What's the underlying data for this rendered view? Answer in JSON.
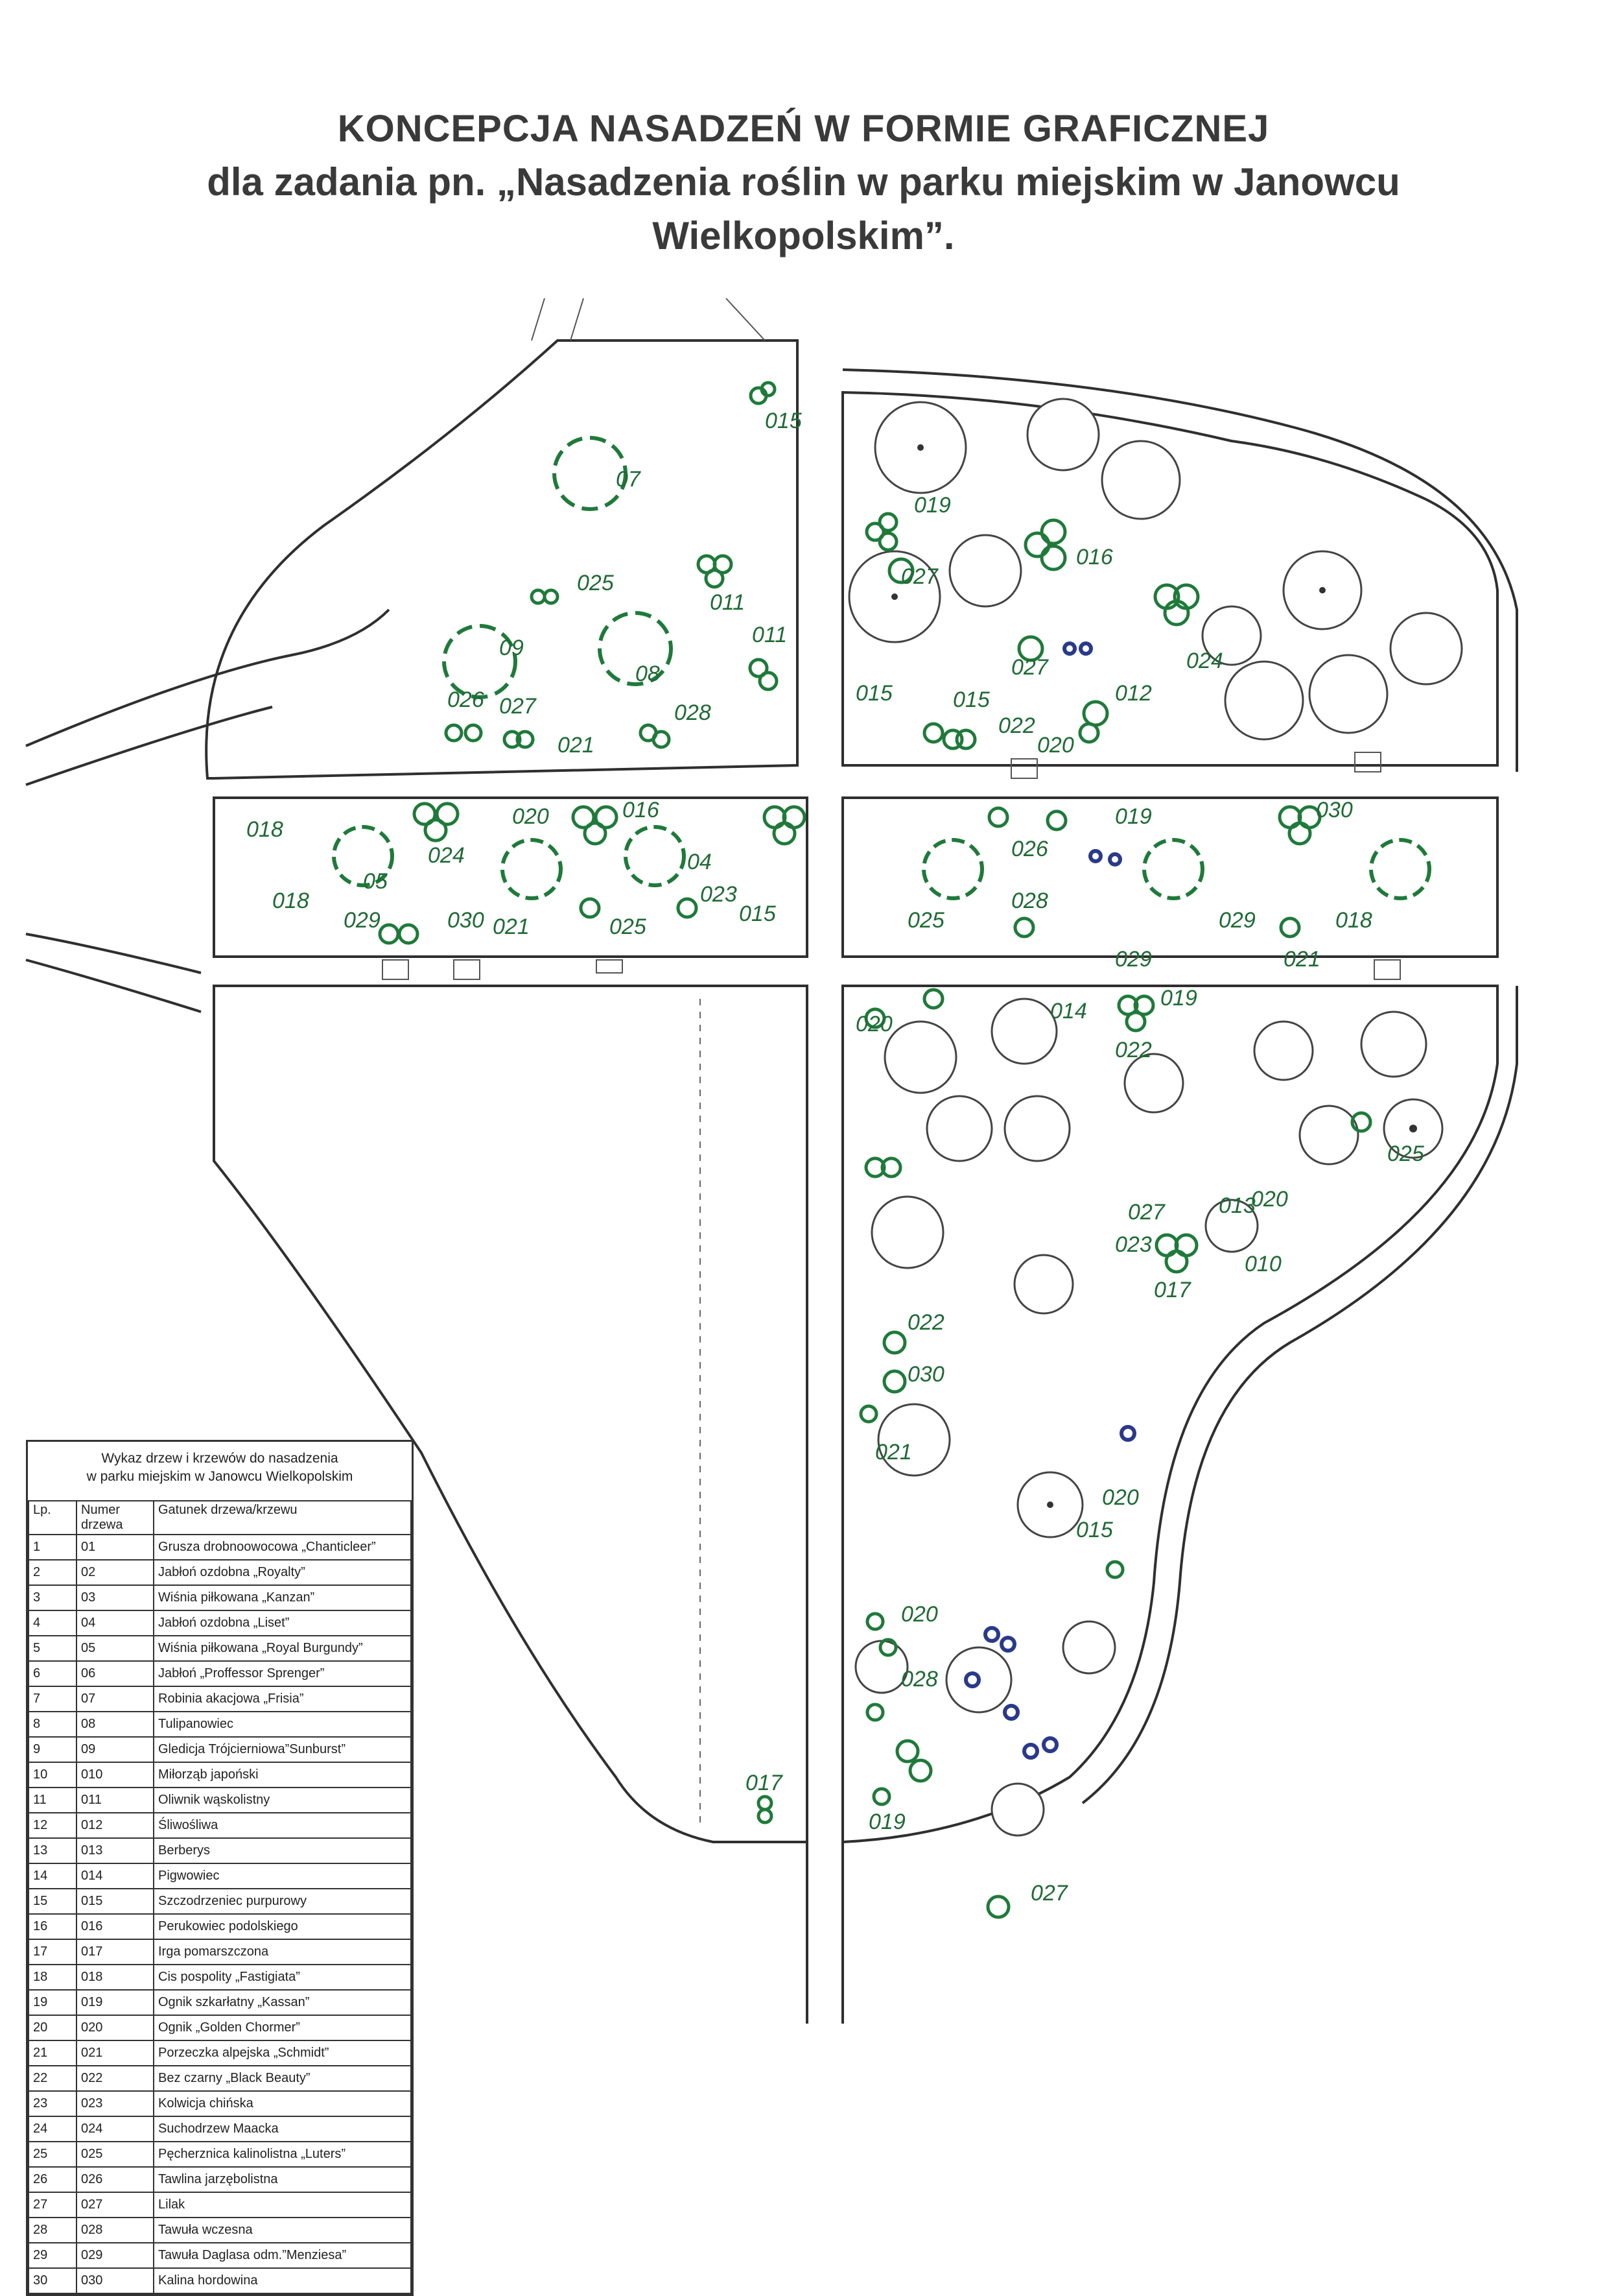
{
  "header": {
    "title_line1": "KONCEPCJA NASADZEŃ W FORMIE GRAFICZNEJ",
    "title_line2": "dla zadania pn. „Nasadzenia roślin w parku miejskim w Janowcu",
    "title_line3": "Wielkopolskim”."
  },
  "colors": {
    "new_planting": "#1f7a3a",
    "special_planting": "#2a3a8a",
    "existing_tree": "#444444",
    "road": "#2f2f2f"
  },
  "map": {
    "labels": [
      "015",
      "07",
      "025",
      "011",
      "011",
      "09",
      "08",
      "026",
      "027",
      "021",
      "028",
      "019",
      "027",
      "016",
      "024",
      "027",
      "015",
      "015",
      "022",
      "012",
      "020",
      "018",
      "05",
      "024",
      "020",
      "016",
      "04",
      "018",
      "029",
      "030",
      "021",
      "025",
      "023",
      "015",
      "026",
      "019",
      "028",
      "030",
      "029",
      "018",
      "021",
      "025",
      "020",
      "014",
      "029",
      "019",
      "022",
      "025",
      "027",
      "013",
      "020",
      "023",
      "010",
      "017",
      "022",
      "030",
      "021",
      "020",
      "015",
      "020",
      "028",
      "017",
      "019",
      "027"
    ]
  },
  "legend": {
    "title_line1": "Wykaz drzew i krzewów do nasadzenia",
    "title_line2": "w parku miejskim w Janowcu Wielkopolskim",
    "headers": {
      "lp": "Lp.",
      "numer": "Numer drzewa",
      "gatunek": "Gatunek drzewa/krzewu"
    },
    "rows": [
      {
        "lp": "1",
        "num": "01",
        "name": "Grusza drobnoowocowa „Chanticleer”"
      },
      {
        "lp": "2",
        "num": "02",
        "name": "Jabłoń ozdobna  „Royalty”"
      },
      {
        "lp": "3",
        "num": "03",
        "name": "Wiśnia piłkowana „Kanzan”"
      },
      {
        "lp": "4",
        "num": "04",
        "name": "Jabłoń ozdobna „Liset”"
      },
      {
        "lp": "5",
        "num": "05",
        "name": "Wiśnia piłkowana „Royal Burgundy”"
      },
      {
        "lp": "6",
        "num": "06",
        "name": "Jabłoń „Proffessor Sprenger”"
      },
      {
        "lp": "7",
        "num": "07",
        "name": "Robinia akacjowa „Frisia”"
      },
      {
        "lp": "8",
        "num": "08",
        "name": "Tulipanowiec"
      },
      {
        "lp": "9",
        "num": "09",
        "name": "Gledicja Trójcierniowa”Sunburst”"
      },
      {
        "lp": "10",
        "num": "010",
        "name": "Miłorząb japoński"
      },
      {
        "lp": "11",
        "num": "011",
        "name": "Oliwnik wąskolistny"
      },
      {
        "lp": "12",
        "num": "012",
        "name": "Śliwośliwa"
      },
      {
        "lp": "13",
        "num": "013",
        "name": "Berberys"
      },
      {
        "lp": "14",
        "num": "014",
        "name": "Pigwowiec"
      },
      {
        "lp": "15",
        "num": "015",
        "name": "Szczodrzeniec purpurowy"
      },
      {
        "lp": "16",
        "num": "016",
        "name": "Perukowiec podolskiego"
      },
      {
        "lp": "17",
        "num": "017",
        "name": "Irga pomarszczona"
      },
      {
        "lp": "18",
        "num": "018",
        "name": "Cis pospolity „Fastigiata”"
      },
      {
        "lp": "19",
        "num": "019",
        "name": "Ognik szkarłatny „Kassan”"
      },
      {
        "lp": "20",
        "num": "020",
        "name": "Ognik „Golden Chormer”"
      },
      {
        "lp": "21",
        "num": "021",
        "name": "Porzeczka alpejska „Schmidt”"
      },
      {
        "lp": "22",
        "num": "022",
        "name": "Bez czarny „Black Beauty”"
      },
      {
        "lp": "23",
        "num": "023",
        "name": "Kolwicja chińska"
      },
      {
        "lp": "24",
        "num": "024",
        "name": "Suchodrzew Maacka"
      },
      {
        "lp": "25",
        "num": "025",
        "name": "Pęcherznica kalinolistna „Luters”"
      },
      {
        "lp": "26",
        "num": "026",
        "name": "Tawlina jarzębolistna"
      },
      {
        "lp": "27",
        "num": "027",
        "name": "Lilak"
      },
      {
        "lp": "28",
        "num": "028",
        "name": "Tawuła wczesna"
      },
      {
        "lp": "29",
        "num": "029",
        "name": "Tawuła Daglasa odm.”Menziesa”"
      },
      {
        "lp": "30",
        "num": "030",
        "name": "Kalina hordowina"
      }
    ]
  }
}
